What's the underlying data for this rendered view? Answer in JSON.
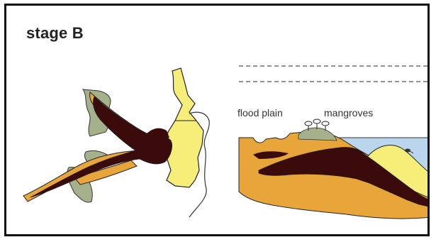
{
  "title": "stage B",
  "labels": {
    "flood_plain": "flood plain",
    "mangroves": "mangroves"
  },
  "colors": {
    "frame": "#111111",
    "orange": "#E8A63A",
    "dark_brown": "#3B0A0A",
    "yellow": "#F7EE7A",
    "sage_green": "#A4B18A",
    "water_blue": "#B9D6EC",
    "line": "#555555"
  }
}
